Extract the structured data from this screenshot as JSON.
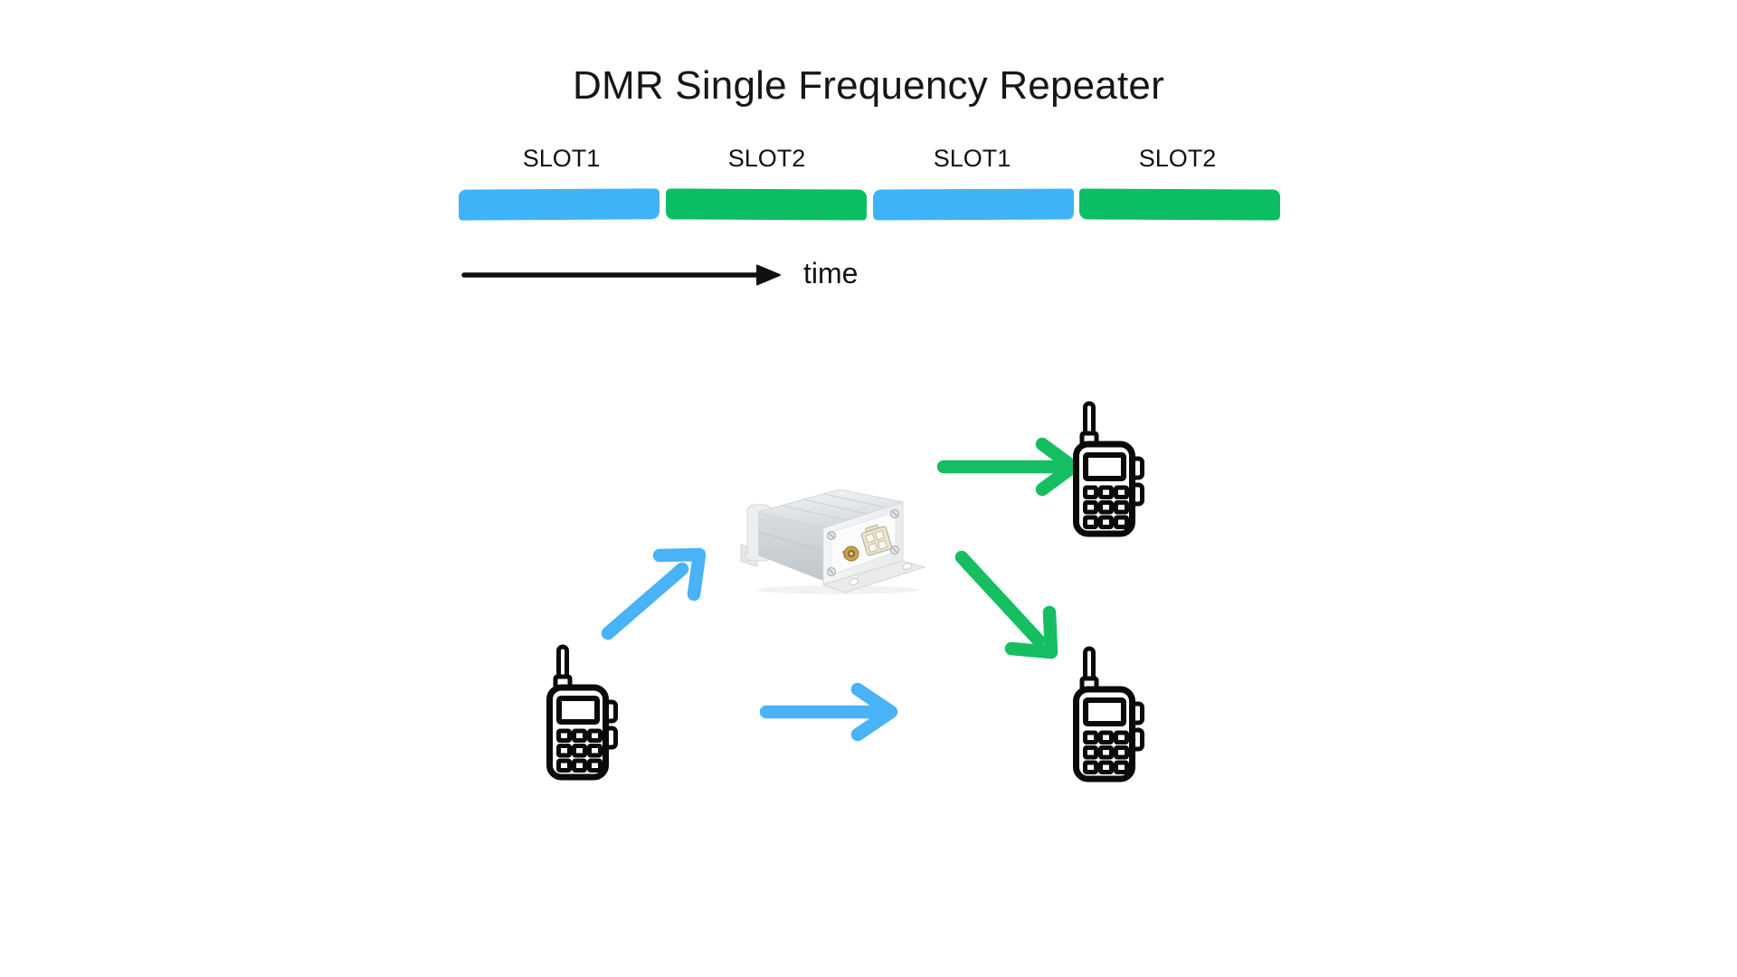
{
  "title": "DMR Single Frequency Repeater",
  "timeline": {
    "slots": [
      {
        "label": "SLOT1",
        "color": "#3FB3F7"
      },
      {
        "label": "SLOT2",
        "color": "#0BBD63"
      },
      {
        "label": "SLOT1",
        "color": "#3FB3F7"
      },
      {
        "label": "SLOT2",
        "color": "#0BBD63"
      }
    ],
    "axis_label": "time"
  },
  "colors": {
    "slot_blue": "#3FB3F7",
    "slot_green": "#0BBD63",
    "arrow_blue": "#4AB2F7",
    "arrow_green": "#16BE62",
    "axis_black": "#111111",
    "icon_black": "#0a0a0a"
  },
  "icons": {
    "radio": "walkie-talkie-icon",
    "repeater": "repeater-device-image",
    "time_arrow": "right-arrow-icon"
  }
}
